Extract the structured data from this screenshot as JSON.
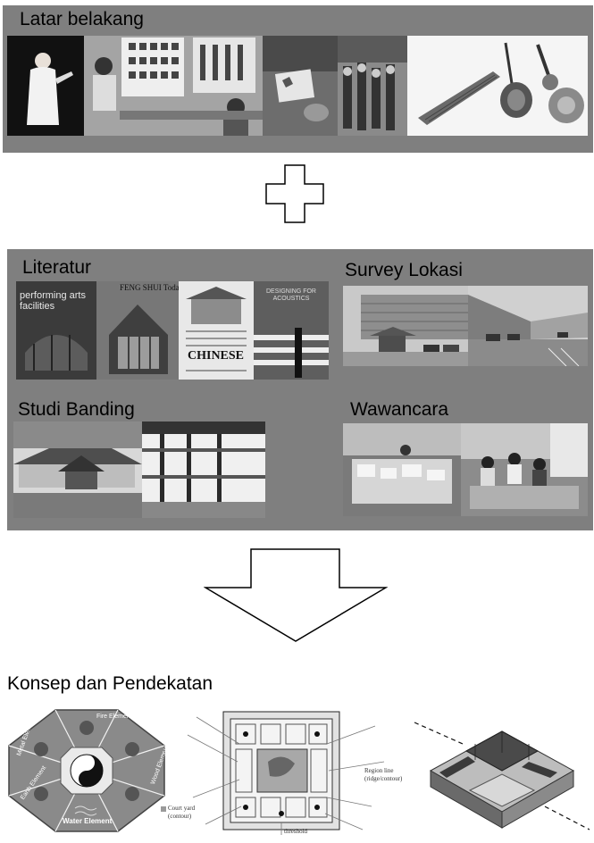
{
  "background": {
    "title": "Latar belakang",
    "images": [
      "opera-performer-photo",
      "calligraphy-class-photo",
      "craft-activity-photo",
      "costume-display-photo",
      "chinese-instruments-photo"
    ]
  },
  "plus_symbol": "plus-outline-icon",
  "research": {
    "literature": {
      "title": "Literatur",
      "book_titles": [
        "performing arts facilities",
        "FENG SHUI Today",
        "CHINESE",
        "DESIGNING FOR ACOUSTICS"
      ]
    },
    "survey": {
      "title": "Survey Lokasi"
    },
    "comparison": {
      "title": "Studi Banding"
    },
    "interview": {
      "title": "Wawancara"
    }
  },
  "arrow": "down-arrow-outline-icon",
  "concept": {
    "title": "Konsep dan Pendekatan",
    "bagua_labels": [
      "Water Element",
      "Earth Element",
      "Metal Element",
      "Wood Element",
      "Fire Element"
    ],
    "plan_labels": [
      "Court yard (contour)",
      "Region line (ridge/contour)",
      "threshold"
    ]
  },
  "colors": {
    "panel": "#7f7f7f",
    "background": "#ffffff"
  }
}
